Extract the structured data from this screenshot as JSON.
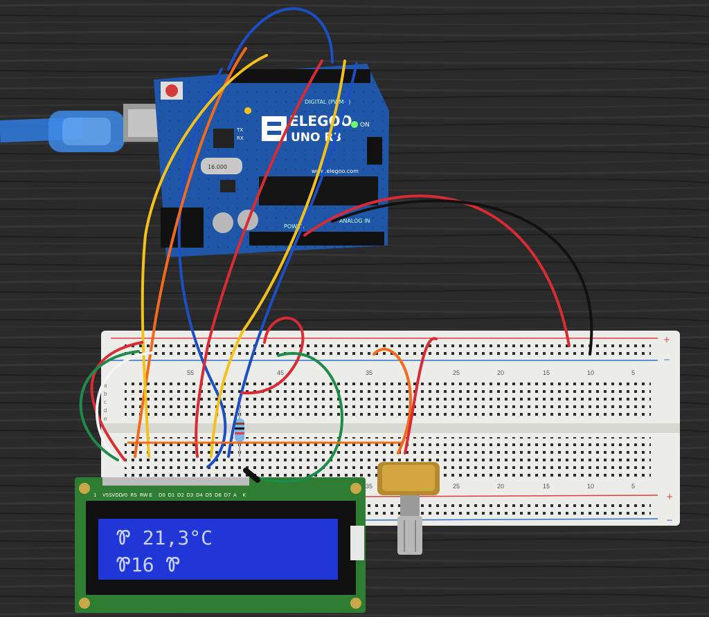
{
  "board": {
    "brand": "ELEGOO",
    "model": "UNO R3",
    "website": "www.elegoo.com",
    "digital_label": "DIGITAL (PWM~)",
    "analog_label": "ANALOG IN",
    "power_label": "POWER",
    "on_label": "ON",
    "tx_label": "TX",
    "rx_label": "RX",
    "crystal_label": "16.000"
  },
  "lcd": {
    "pin_labels": [
      "VSS",
      "VDD",
      "V0",
      "RS",
      "RW",
      "E",
      "D0",
      "D1",
      "D2",
      "D3",
      "D4",
      "D5",
      "D6",
      "D7",
      "A",
      "K"
    ],
    "pin1_label": "1",
    "line1": "Ꮘ 21,3°C",
    "line2": "Ꮘ16 Ꮘ",
    "line1_text": "21,3°C",
    "line2_text": "16"
  },
  "breadboard": {
    "top_numbers": [
      "55",
      "45",
      "35",
      "25",
      "20",
      "15",
      "10",
      "5"
    ],
    "bottom_numbers": [
      "35",
      "25",
      "20",
      "15",
      "10",
      "5"
    ],
    "row_letters": [
      "a",
      "b",
      "c",
      "d",
      "e"
    ],
    "plus": "+",
    "minus": "−"
  },
  "colors": {
    "table": "#2b2b2b",
    "pcb": "#1f56a8",
    "breadboard": "#ecece8",
    "lcd_backlight": "#2136d6",
    "lcd_pcb": "#2e7d32",
    "wire_red": "#d92b33",
    "wire_blue": "#1d4fc4",
    "wire_yellow": "#f2c21b",
    "wire_orange": "#f26a1b",
    "wire_green": "#1e8b4a",
    "wire_black": "#111111",
    "usb_blue": "#2f7de0"
  }
}
